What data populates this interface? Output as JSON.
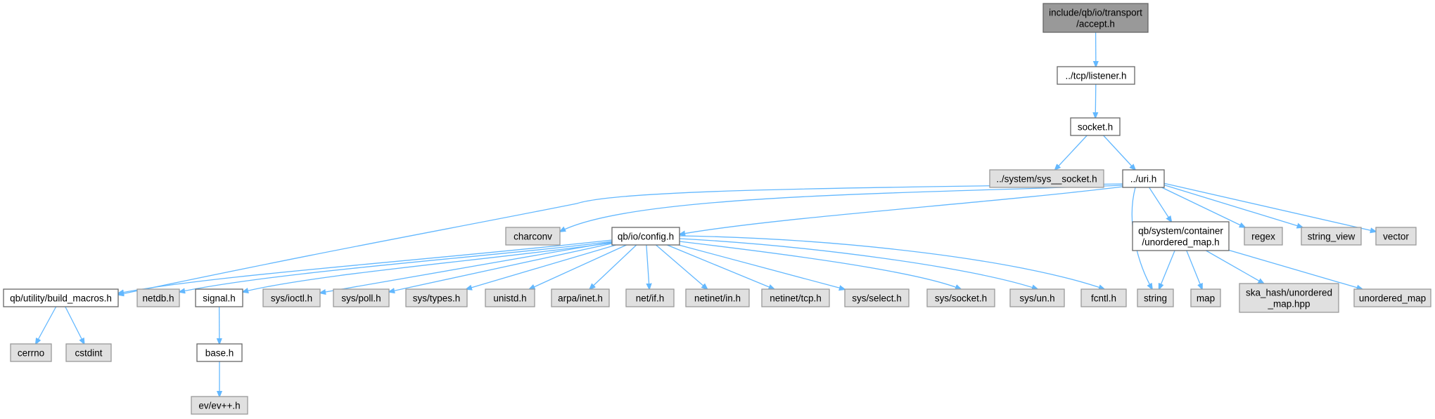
{
  "diagram": {
    "type": "include-dependency-graph",
    "colors": {
      "root_fill": "#999999",
      "local_fill": "#ffffff",
      "system_fill": "#e0e0e0",
      "edge": "#63b8ff"
    },
    "nodes": [
      {
        "id": "accept",
        "kind": "root",
        "lines": [
          "include/qb/io/transport",
          "/accept.h"
        ]
      },
      {
        "id": "listener",
        "kind": "local",
        "lines": [
          "../tcp/listener.h"
        ]
      },
      {
        "id": "socket",
        "kind": "local",
        "lines": [
          "socket.h"
        ]
      },
      {
        "id": "sys_socket",
        "kind": "system",
        "lines": [
          "../system/sys__socket.h"
        ]
      },
      {
        "id": "uri",
        "kind": "local",
        "lines": [
          "../uri.h"
        ]
      },
      {
        "id": "charconv",
        "kind": "system",
        "lines": [
          "charconv"
        ]
      },
      {
        "id": "config",
        "kind": "local",
        "lines": [
          "qb/io/config.h"
        ]
      },
      {
        "id": "unordered_map_h",
        "kind": "local",
        "lines": [
          "qb/system/container",
          "/unordered_map.h"
        ]
      },
      {
        "id": "regex",
        "kind": "system",
        "lines": [
          "regex"
        ]
      },
      {
        "id": "string_view",
        "kind": "system",
        "lines": [
          "string_view"
        ]
      },
      {
        "id": "vector",
        "kind": "system",
        "lines": [
          "vector"
        ]
      },
      {
        "id": "build_macros",
        "kind": "local",
        "lines": [
          "qb/utility/build_macros.h"
        ]
      },
      {
        "id": "netdb",
        "kind": "system",
        "lines": [
          "netdb.h"
        ]
      },
      {
        "id": "signal",
        "kind": "local",
        "lines": [
          "signal.h"
        ]
      },
      {
        "id": "ioctl",
        "kind": "system",
        "lines": [
          "sys/ioctl.h"
        ]
      },
      {
        "id": "poll",
        "kind": "system",
        "lines": [
          "sys/poll.h"
        ]
      },
      {
        "id": "types",
        "kind": "system",
        "lines": [
          "sys/types.h"
        ]
      },
      {
        "id": "unistd",
        "kind": "system",
        "lines": [
          "unistd.h"
        ]
      },
      {
        "id": "arpa",
        "kind": "system",
        "lines": [
          "arpa/inet.h"
        ]
      },
      {
        "id": "netif",
        "kind": "system",
        "lines": [
          "net/if.h"
        ]
      },
      {
        "id": "netinet_in",
        "kind": "system",
        "lines": [
          "netinet/in.h"
        ]
      },
      {
        "id": "netinet_tcp",
        "kind": "system",
        "lines": [
          "netinet/tcp.h"
        ]
      },
      {
        "id": "select",
        "kind": "system",
        "lines": [
          "sys/select.h"
        ]
      },
      {
        "id": "sock",
        "kind": "system",
        "lines": [
          "sys/socket.h"
        ]
      },
      {
        "id": "un",
        "kind": "system",
        "lines": [
          "sys/un.h"
        ]
      },
      {
        "id": "fcntl",
        "kind": "system",
        "lines": [
          "fcntl.h"
        ]
      },
      {
        "id": "string",
        "kind": "system",
        "lines": [
          "string"
        ]
      },
      {
        "id": "map",
        "kind": "system",
        "lines": [
          "map"
        ]
      },
      {
        "id": "ska",
        "kind": "system",
        "lines": [
          "ska_hash/unordered",
          "_map.hpp"
        ]
      },
      {
        "id": "unordered_map",
        "kind": "system",
        "lines": [
          "unordered_map"
        ]
      },
      {
        "id": "cerrno",
        "kind": "system",
        "lines": [
          "cerrno"
        ]
      },
      {
        "id": "cstdint",
        "kind": "system",
        "lines": [
          "cstdint"
        ]
      },
      {
        "id": "base",
        "kind": "local",
        "lines": [
          "base.h"
        ]
      },
      {
        "id": "ev",
        "kind": "system",
        "lines": [
          "ev/ev++.h"
        ]
      }
    ],
    "edges": [
      [
        "accept",
        "listener"
      ],
      [
        "listener",
        "socket"
      ],
      [
        "socket",
        "sys_socket"
      ],
      [
        "socket",
        "uri"
      ],
      [
        "uri",
        "charconv"
      ],
      [
        "uri",
        "config"
      ],
      [
        "uri",
        "build_macros"
      ],
      [
        "uri",
        "unordered_map_h"
      ],
      [
        "uri",
        "regex"
      ],
      [
        "uri",
        "string_view"
      ],
      [
        "uri",
        "vector"
      ],
      [
        "uri",
        "string"
      ],
      [
        "config",
        "build_macros"
      ],
      [
        "config",
        "netdb"
      ],
      [
        "config",
        "signal"
      ],
      [
        "config",
        "ioctl"
      ],
      [
        "config",
        "poll"
      ],
      [
        "config",
        "types"
      ],
      [
        "config",
        "unistd"
      ],
      [
        "config",
        "arpa"
      ],
      [
        "config",
        "netif"
      ],
      [
        "config",
        "netinet_in"
      ],
      [
        "config",
        "netinet_tcp"
      ],
      [
        "config",
        "select"
      ],
      [
        "config",
        "sock"
      ],
      [
        "config",
        "un"
      ],
      [
        "config",
        "fcntl"
      ],
      [
        "unordered_map_h",
        "string"
      ],
      [
        "unordered_map_h",
        "map"
      ],
      [
        "unordered_map_h",
        "ska"
      ],
      [
        "unordered_map_h",
        "unordered_map"
      ],
      [
        "build_macros",
        "cerrno"
      ],
      [
        "build_macros",
        "cstdint"
      ],
      [
        "signal",
        "base"
      ],
      [
        "base",
        "ev"
      ]
    ]
  }
}
